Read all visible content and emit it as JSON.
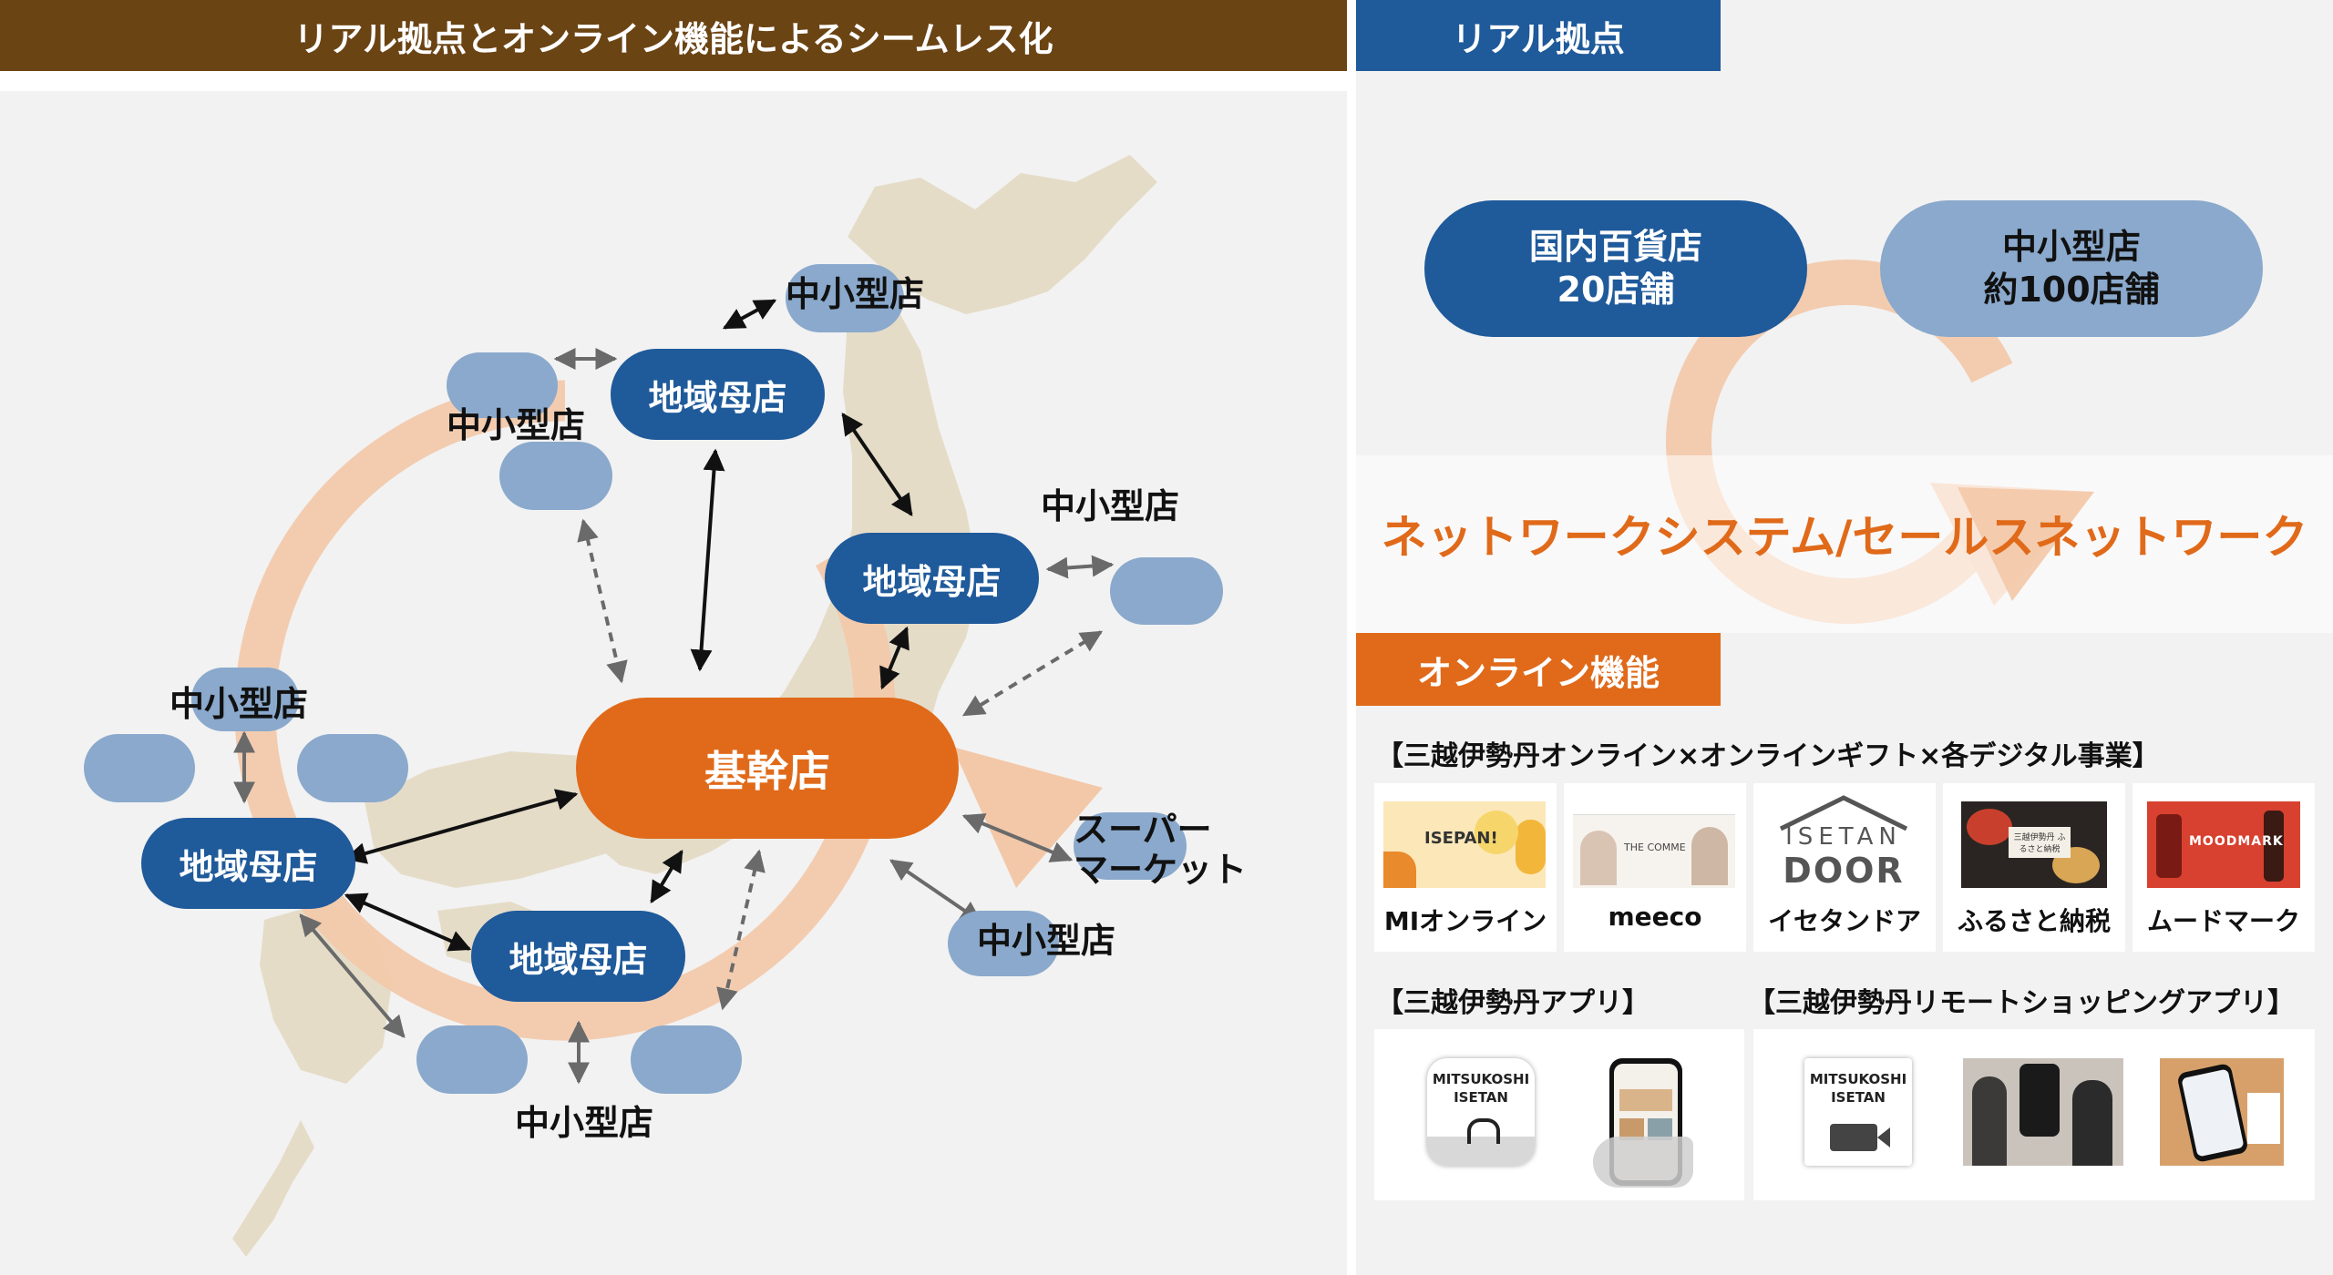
{
  "left": {
    "header": "リアル拠点とオンライン機能によるシームレス化",
    "core_store": "基幹店",
    "mother_store": "地域母店",
    "small_store": "中小型店",
    "supermarket": "スーパー\nマーケット"
  },
  "right": {
    "real_header": "リアル拠点",
    "dept_store": "国内百貨店\n20店舗",
    "small_store": "中小型店\n約100店舗",
    "network": "ネットワークシステム/セールスネットワーク",
    "online_header": "オンライン機能",
    "online_subtitle": "【三越伊勢丹オンライン×オンラインギフト×各デジタル事業】",
    "services": [
      {
        "label": "MIオンライン",
        "thumb_text": "ISEPAN!"
      },
      {
        "label": "meeco",
        "thumb_text": "THE COMME"
      },
      {
        "label": "イセタンドア",
        "thumb_text_top": "ISETAN",
        "thumb_text_bottom": "DOOR"
      },
      {
        "label": "ふるさと納税",
        "thumb_text": "三越伊勢丹 ふるさと納税"
      },
      {
        "label": "ムードマーク",
        "thumb_text": "MOODMARK"
      }
    ],
    "app_title": "【三越伊勢丹アプリ】",
    "remote_title": "【三越伊勢丹リモートショッピングアプリ】",
    "app_icon_text": "MITSUKOSHI\nISETAN"
  },
  "colors": {
    "brown_header": "#6b4414",
    "blue_header": "#1f5a9a",
    "orange": "#e06a1a",
    "mother_blue": "#1f5a9a",
    "small_blue": "#8aa9cc",
    "cycle_peach": "#f3c8a8"
  }
}
